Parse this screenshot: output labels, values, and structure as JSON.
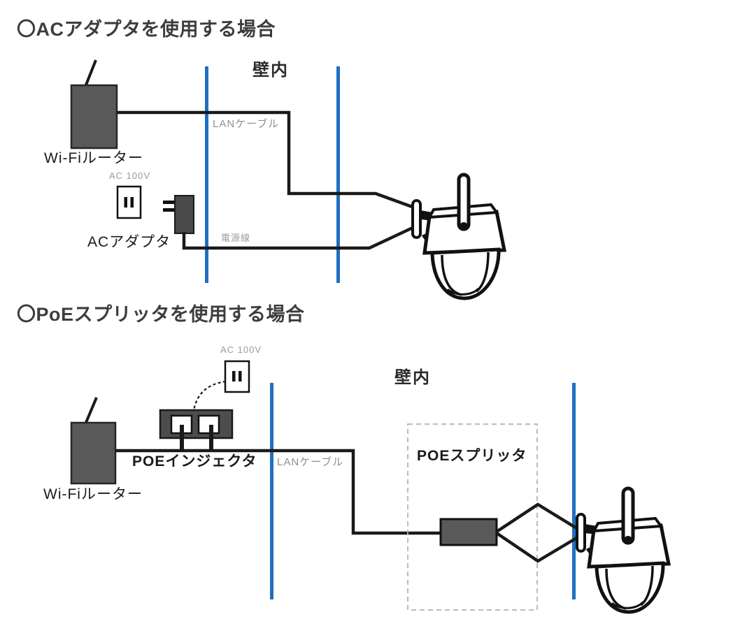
{
  "sections": {
    "ac": {
      "title": "〇ACアダプタを使用する場合",
      "router_label": "Wi-Fiルーター",
      "outlet_label": "AC 100V",
      "adapter_label": "ACアダプタ",
      "wall_label": "壁内",
      "lan_cable_label": "LANケーブル",
      "power_line_label": "電源線"
    },
    "poe": {
      "title": "〇PoEスプリッタを使用する場合",
      "outlet_label": "AC 100V",
      "injector_label": "POEインジェクタ",
      "router_label": "Wi-Fiルーター",
      "wall_label": "壁内",
      "lan_cable_label": "LANケーブル",
      "splitter_label": "POEスプリッタ"
    }
  },
  "colors": {
    "wall_blue": "#1f6fc2",
    "device_gray": "#595959",
    "adapter_gray": "#4a4a4a",
    "line_black": "#1a1a1a",
    "dashed_gray": "#b3b3b3"
  }
}
